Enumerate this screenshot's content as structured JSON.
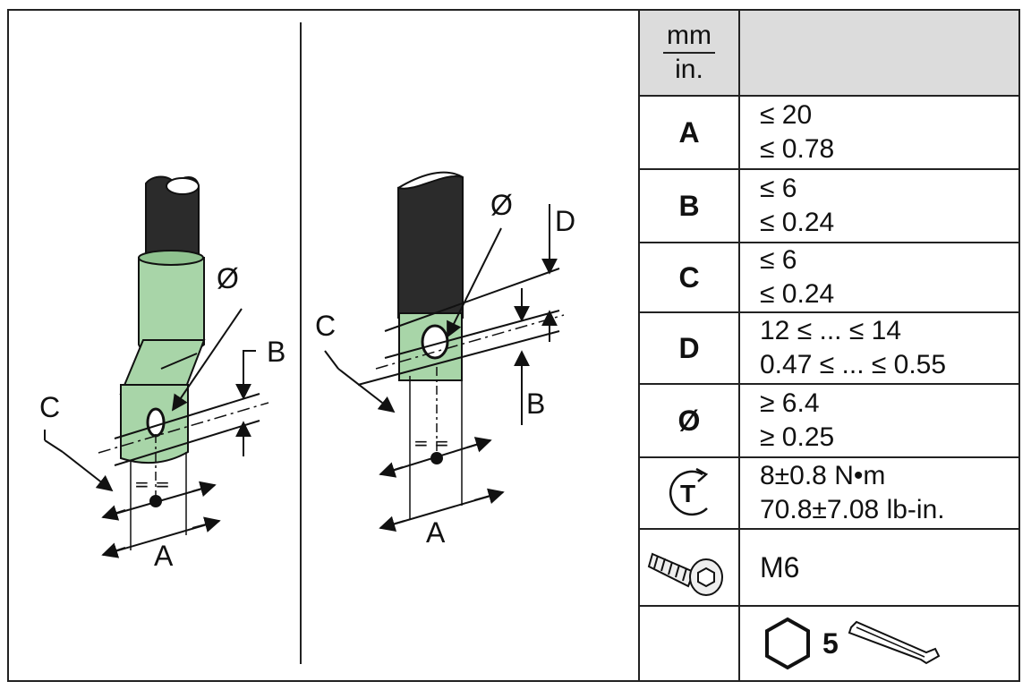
{
  "figure": {
    "left_labels": {
      "a": "A",
      "b": "B",
      "c": "C",
      "phi": "Ø"
    },
    "right_labels": {
      "a": "A",
      "b": "B",
      "c": "C",
      "d": "D",
      "phi": "Ø"
    },
    "colors": {
      "lug": "#a8d5a8",
      "cable": "#2b2b2b",
      "line": "#111111"
    }
  },
  "table": {
    "units": {
      "top": "mm",
      "bottom": "in."
    },
    "rows": [
      {
        "key": "A",
        "mm": "≤ 20",
        "in": "≤ 0.78"
      },
      {
        "key": "B",
        "mm": "≤ 6",
        "in": "≤ 0.24"
      },
      {
        "key": "C",
        "mm": "≤ 6",
        "in": "≤ 0.24"
      },
      {
        "key": "D",
        "mm": "12 ≤ ... ≤ 14",
        "in": "0.47 ≤ ... ≤ 0.55"
      },
      {
        "key": "Ø",
        "mm": "≥ 6.4",
        "in": "≥ 0.25"
      }
    ],
    "torque": {
      "icon": "torque-icon",
      "icon_letter": "T",
      "nm": "8±0.8 N•m",
      "lbin": "70.8±7.08 lb-in."
    },
    "screw": {
      "icon": "screw-icon",
      "size": "M6"
    },
    "tool": {
      "icon": "hex-key-icon",
      "size": "5"
    }
  }
}
